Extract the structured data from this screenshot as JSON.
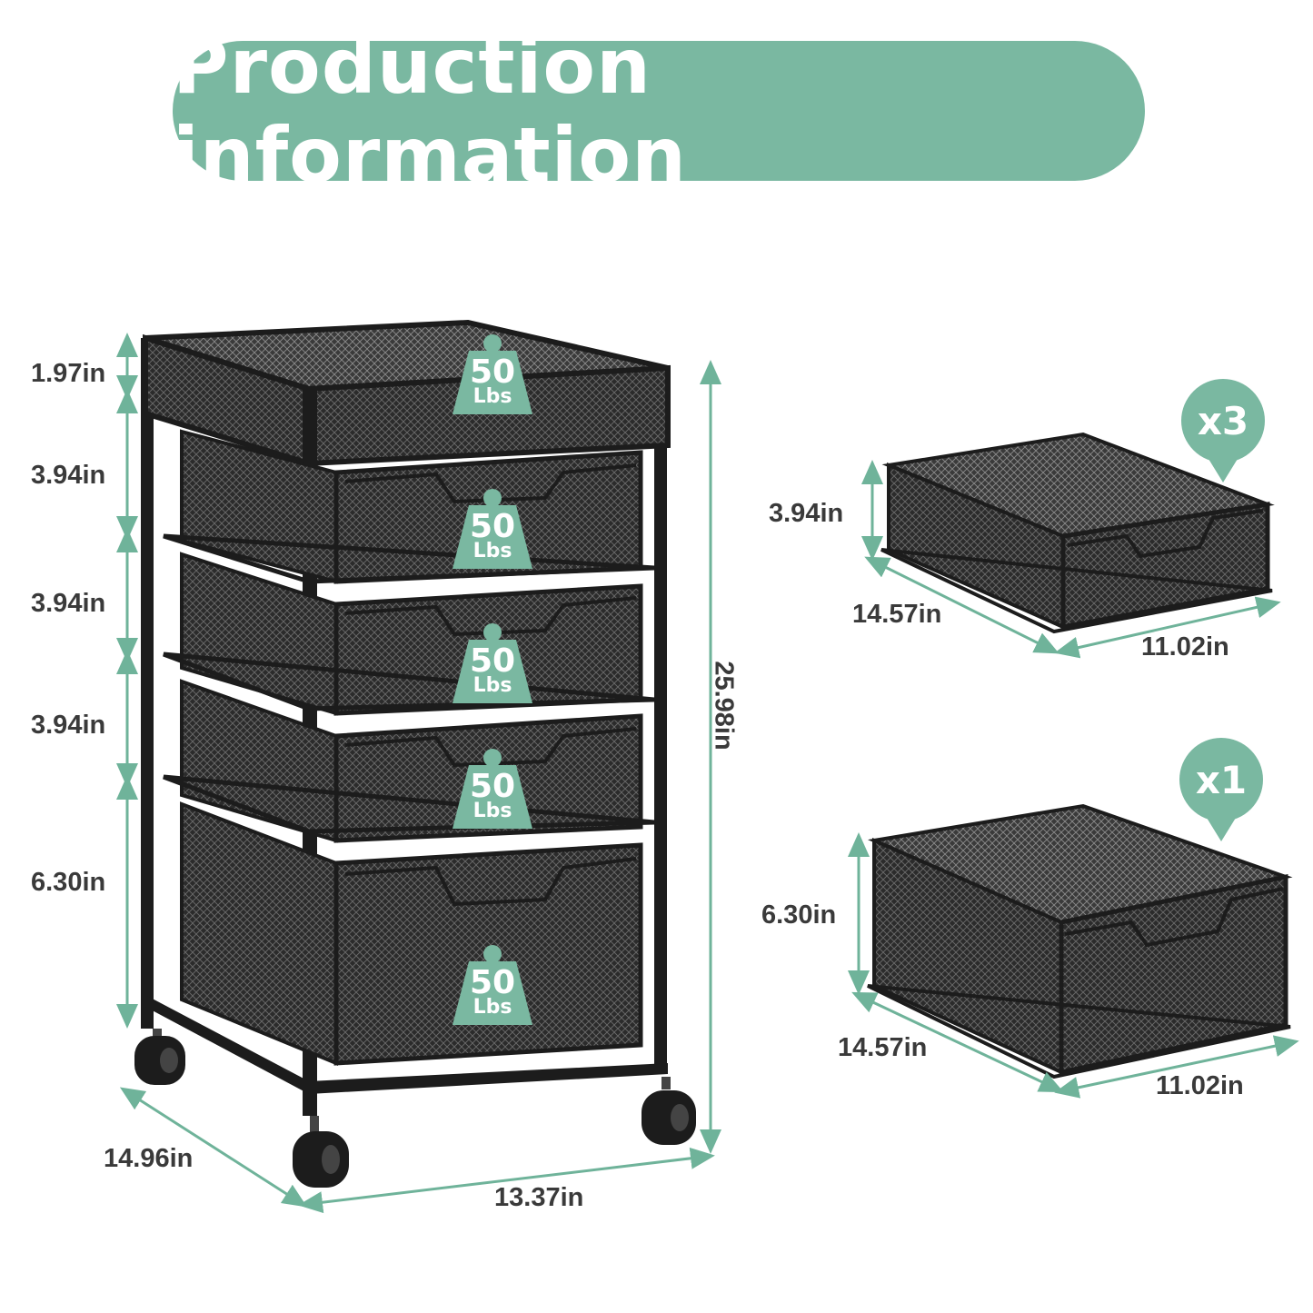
{
  "title": "Production information",
  "colors": {
    "accent": "#7ab8a1",
    "frame": "#1c1c1c",
    "mesh": "#2e2e2e"
  },
  "cart": {
    "height_label": "25.98in",
    "width_label": "13.37in",
    "depth_label": "14.96in",
    "tier_heights": [
      "1.97in",
      "3.94in",
      "3.94in",
      "3.94in",
      "6.30in"
    ],
    "load_badges": [
      {
        "value": "50",
        "unit": "Lbs"
      },
      {
        "value": "50",
        "unit": "Lbs"
      },
      {
        "value": "50",
        "unit": "Lbs"
      },
      {
        "value": "50",
        "unit": "Lbs"
      },
      {
        "value": "50",
        "unit": "Lbs"
      }
    ]
  },
  "small_drawer": {
    "quantity": "x3",
    "height_label": "3.94in",
    "depth_label": "14.57in",
    "width_label": "11.02in"
  },
  "large_drawer": {
    "quantity": "x1",
    "height_label": "6.30in",
    "depth_label": "14.57in",
    "width_label": "11.02in"
  }
}
